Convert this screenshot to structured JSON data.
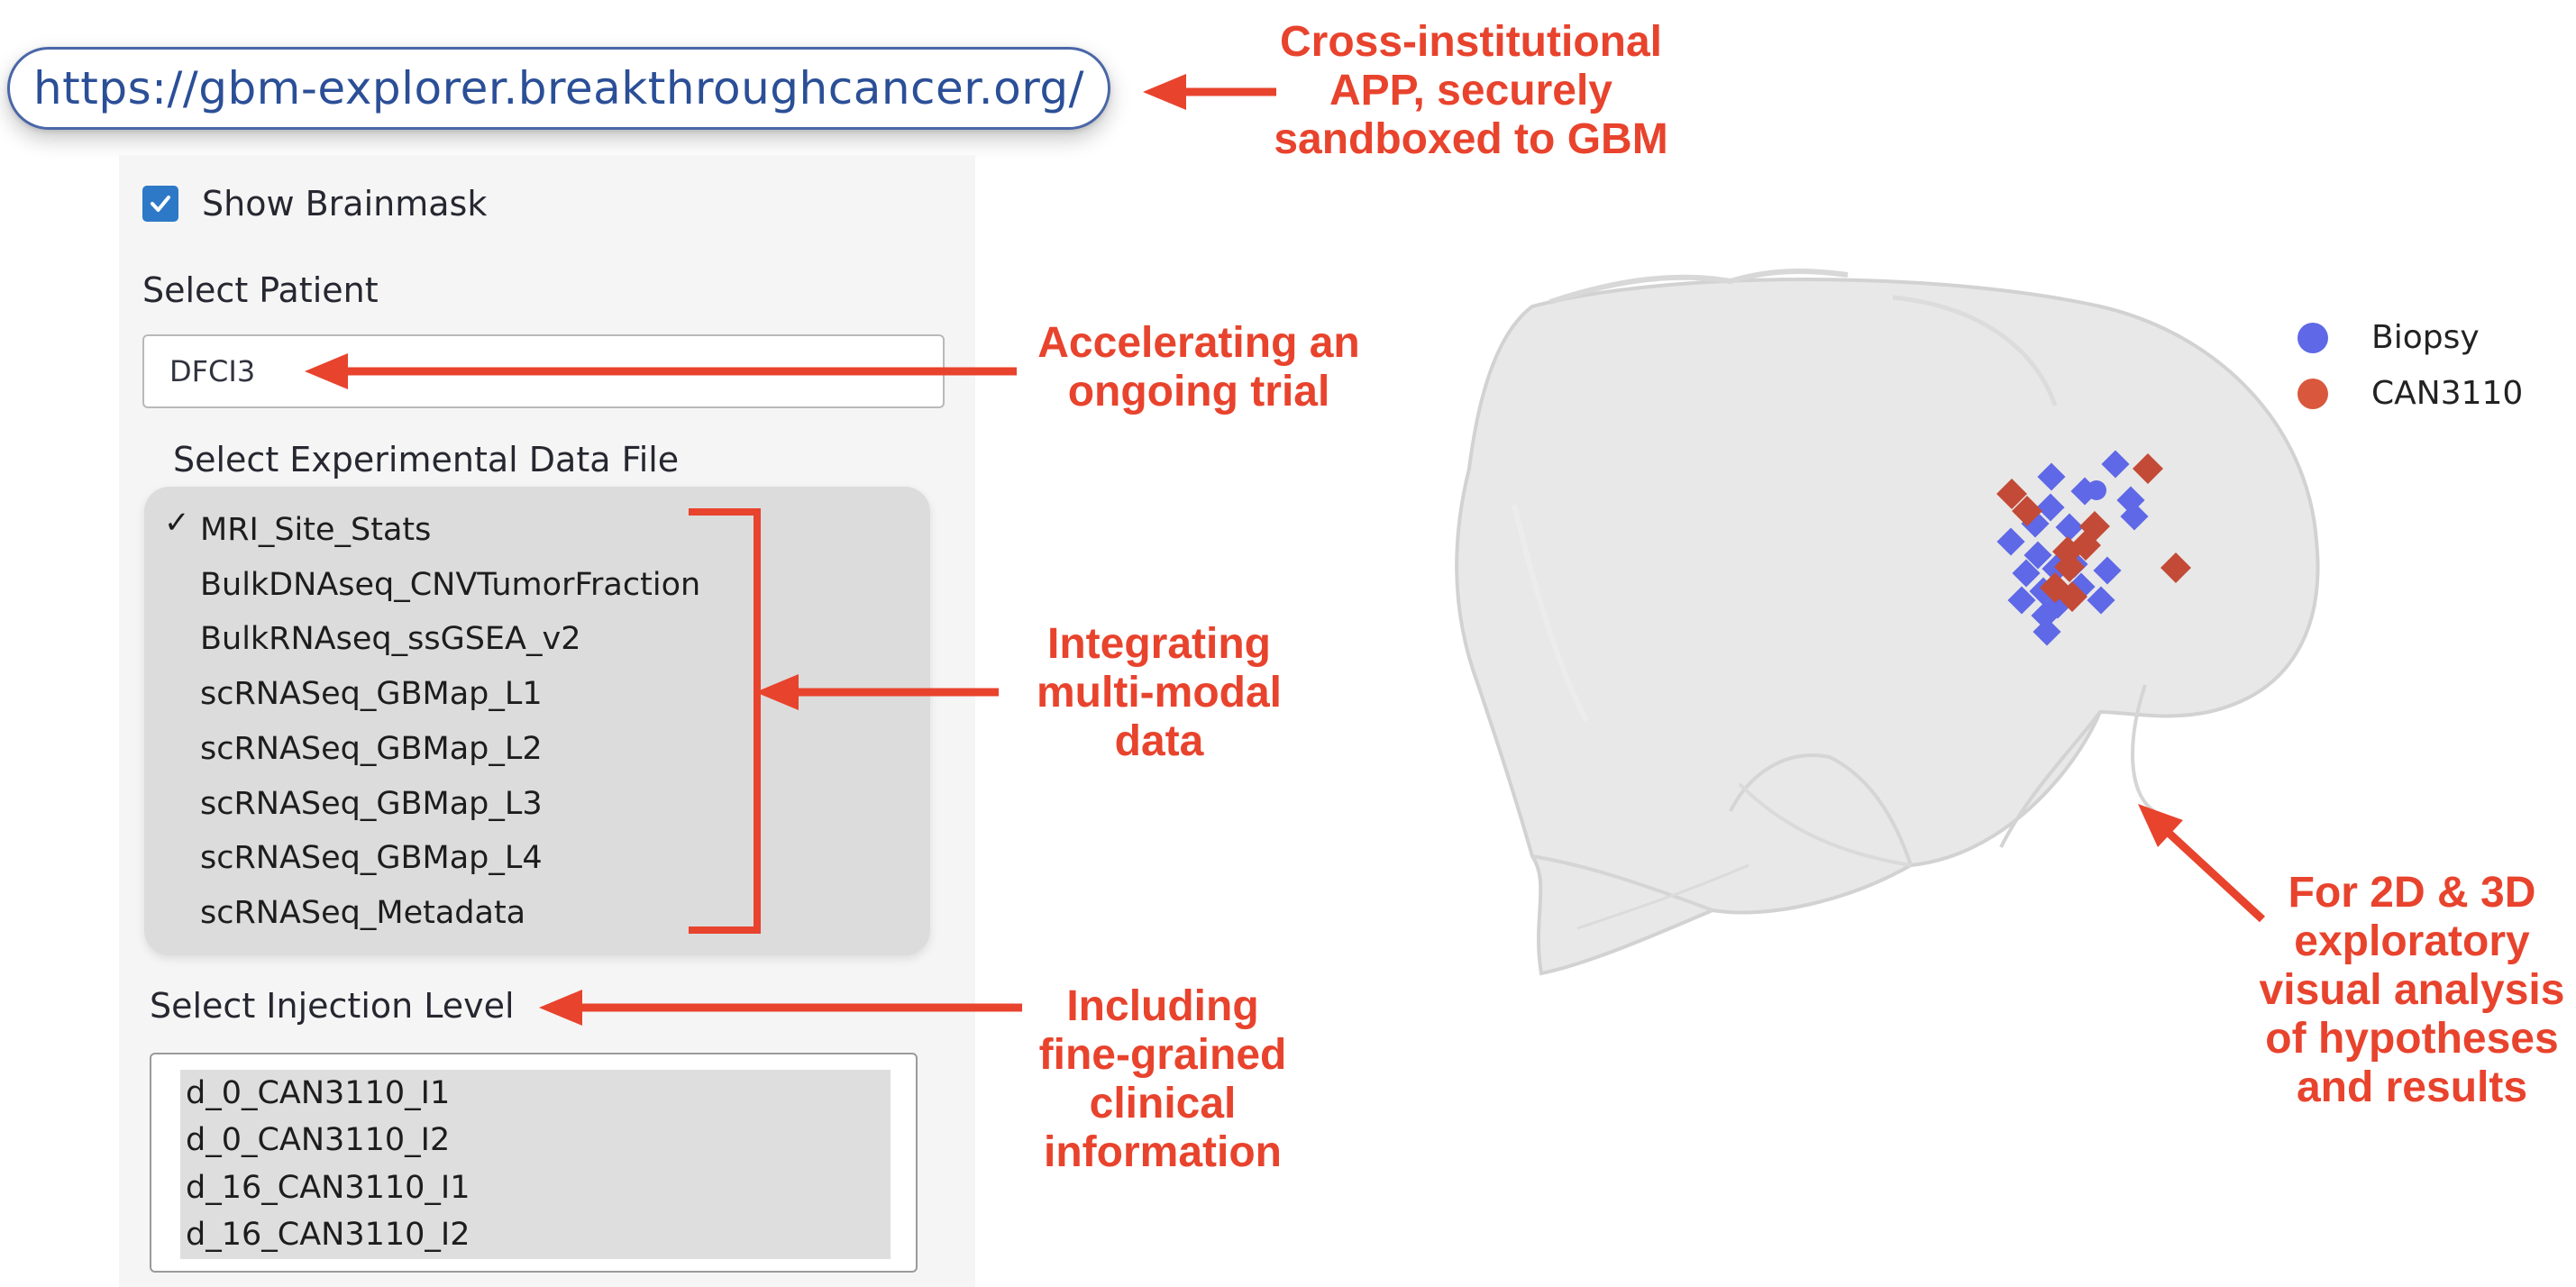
{
  "url_bar": {
    "url": "https://gbm-explorer.breakthroughcancer.org/"
  },
  "panel": {
    "show_brainmask_label": "Show Brainmask",
    "show_brainmask_checked": true,
    "select_patient_label": "Select Patient",
    "patient_value": "DFCI3",
    "experimental_file_label": "Select Experimental Data File",
    "experimental_files": [
      {
        "label": "MRI_Site_Stats",
        "selected": true
      },
      {
        "label": "BulkDNAseq_CNVTumorFraction",
        "selected": false
      },
      {
        "label": "BulkRNAseq_ssGSEA_v2",
        "selected": false
      },
      {
        "label": "scRNASeq_GBMap_L1",
        "selected": false
      },
      {
        "label": "scRNASeq_GBMap_L2",
        "selected": false
      },
      {
        "label": "scRNASeq_GBMap_L3",
        "selected": false
      },
      {
        "label": "scRNASeq_GBMap_L4",
        "selected": false
      },
      {
        "label": "scRNASeq_Metadata",
        "selected": false
      }
    ],
    "injection_level_label": "Select Injection Level",
    "injection_levels": [
      "d_0_CAN3110_I1",
      "d_0_CAN3110_I2",
      "d_16_CAN3110_I1",
      "d_16_CAN3110_I2"
    ]
  },
  "annotations": {
    "cross_institutional": [
      "Cross-institutional",
      "APP, securely",
      "sandboxed to GBM"
    ],
    "accelerating": [
      "Accelerating an",
      "ongoing trial"
    ],
    "integrating": [
      "Integrating",
      "multi-modal",
      "data"
    ],
    "including": [
      "Including",
      "fine-grained",
      "clinical",
      "information"
    ],
    "exploratory": [
      "For 2D & 3D",
      "exploratory",
      "visual analysis",
      "of hypotheses",
      "and results"
    ]
  },
  "legend": [
    {
      "label": "Biopsy",
      "color": "#5f68e6"
    },
    {
      "label": "CAN3110",
      "color": "#d9583d"
    }
  ],
  "colors": {
    "annotation": "#e8432d",
    "checkbox": "#2d79c7",
    "url_text": "#2b4f97",
    "biopsy": "#5f68e6",
    "can3110": "#c34a36"
  }
}
